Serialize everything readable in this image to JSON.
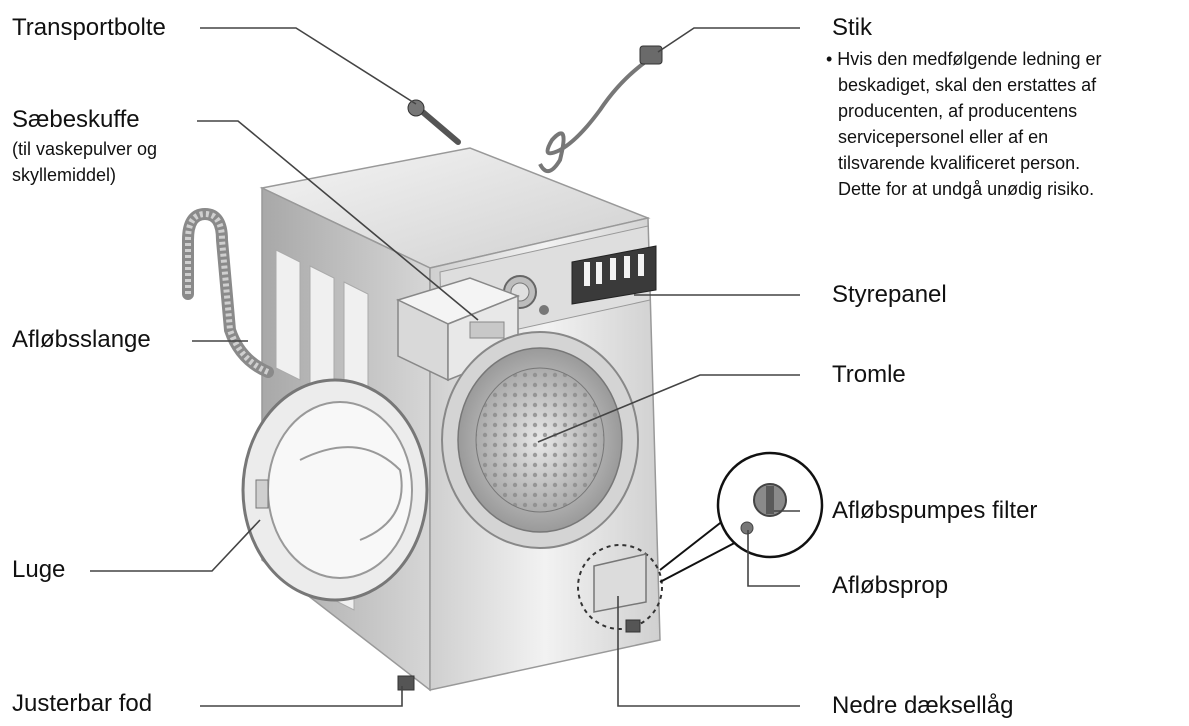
{
  "labels": {
    "transportbolte": "Transportbolte",
    "saebeskuffe": "Sæbeskuffe",
    "saebeskuffe_sub": [
      "(til vaskepulver og",
      "skyllemiddel)"
    ],
    "afloebsslange": "Afløbsslange",
    "luge": "Luge",
    "justerbar_fod": "Justerbar fod",
    "stik": "Stik",
    "stik_note": [
      "• Hvis den medfølgende ledning er",
      "beskadiget, skal den erstattes af",
      "producenten, af producentens",
      "servicepersonel eller af en",
      "tilsvarende kvalificeret person.",
      "Dette for at undgå unødig risiko."
    ],
    "styrepanel": "Styrepanel",
    "tromle": "Tromle",
    "afloebspumpes_filter": "Afløbspumpes filter",
    "afloebsprop": "Afløbsprop",
    "nedre_daeksellaag": "Nedre dæksellåg"
  },
  "colors": {
    "line": "#444444",
    "machine_body": "#e6e6e6",
    "machine_shade": "#bdbdbd",
    "drum": "#cfcfcf"
  }
}
